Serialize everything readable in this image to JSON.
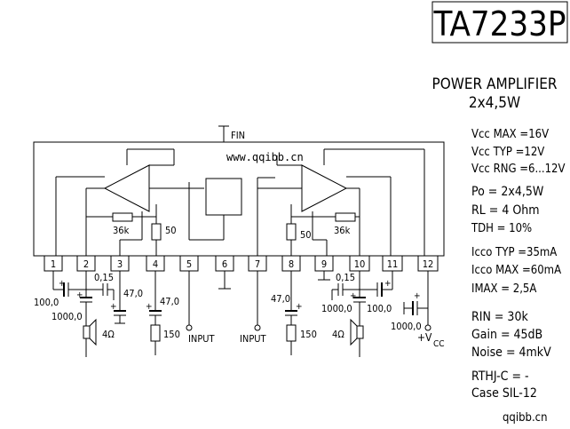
{
  "part_number": "TA7233P",
  "subtitle_line1": "POWER AMPLIFIER",
  "subtitle_line2": "2x4,5W",
  "watermark_center": "www.qqibb.cn",
  "watermark_corner": "qqibb.cn",
  "fin_label": "FIN",
  "pins": [
    "1",
    "2",
    "3",
    "4",
    "5",
    "6",
    "7",
    "8",
    "9",
    "10",
    "11",
    "12"
  ],
  "labels": {
    "r36k_left": "36k",
    "r50_left": "50",
    "r36k_right": "36k",
    "r50_right": "50",
    "c100_left": "100,0",
    "c1000_left": "1000,0",
    "c015_left": "0,15",
    "c47_a": "47,0",
    "c47_b": "47,0",
    "r150_left": "150",
    "spk_left": "4Ω",
    "input_left": "INPUT",
    "input_right": "INPUT",
    "c47_c": "47,0",
    "r150_right": "150",
    "c015_right": "0,15",
    "c1000_right": "1000,0",
    "c100_right": "100,0",
    "spk_right": "4Ω",
    "c1000_vcc": "1000,0",
    "vcc_label": "+V",
    "vcc_sub": "CC"
  },
  "specs": {
    "vcc_max": "Vcc MAX =16V",
    "vcc_typ": "Vcc TYP =12V",
    "vcc_rng": "Vcc RNG =6...12V",
    "po": "Po = 2x4,5W",
    "rl": "RL = 4 Ohm",
    "tdh": "TDH = 10%",
    "icco_typ": "Icco TYP =35mA",
    "icco_max": "Icco MAX =60mA",
    "imax": "IMAX =   2,5A",
    "rin": "RIN = 30k",
    "gain": "Gain = 45dB",
    "noise": "Noise = 4mkV",
    "rthj": "RTHJ-C = -",
    "case": "Case SIL-12"
  }
}
